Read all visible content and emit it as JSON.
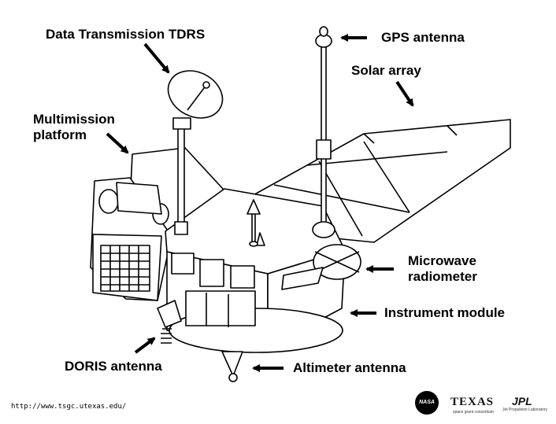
{
  "labels": {
    "data_transmission": "Data Transmission TDRS",
    "gps_antenna": "GPS antenna",
    "solar_array": "Solar array",
    "multimission_line1": "Multimission",
    "multimission_line2": "platform",
    "microwave_line1": "Microwave",
    "microwave_line2": "radiometer",
    "instrument_module": "Instrument module",
    "doris_antenna": "DORIS antenna",
    "altimeter_antenna": "Altimeter antenna"
  },
  "footer": {
    "url": "http://www.tsgc.utexas.edu/",
    "nasa_logo": "NASA",
    "texas_logo": "TEXAS",
    "texas_sub": "space grant consortium",
    "jpl_logo": "JPL",
    "jpl_sub": "Jet Propulsion Laboratory"
  }
}
